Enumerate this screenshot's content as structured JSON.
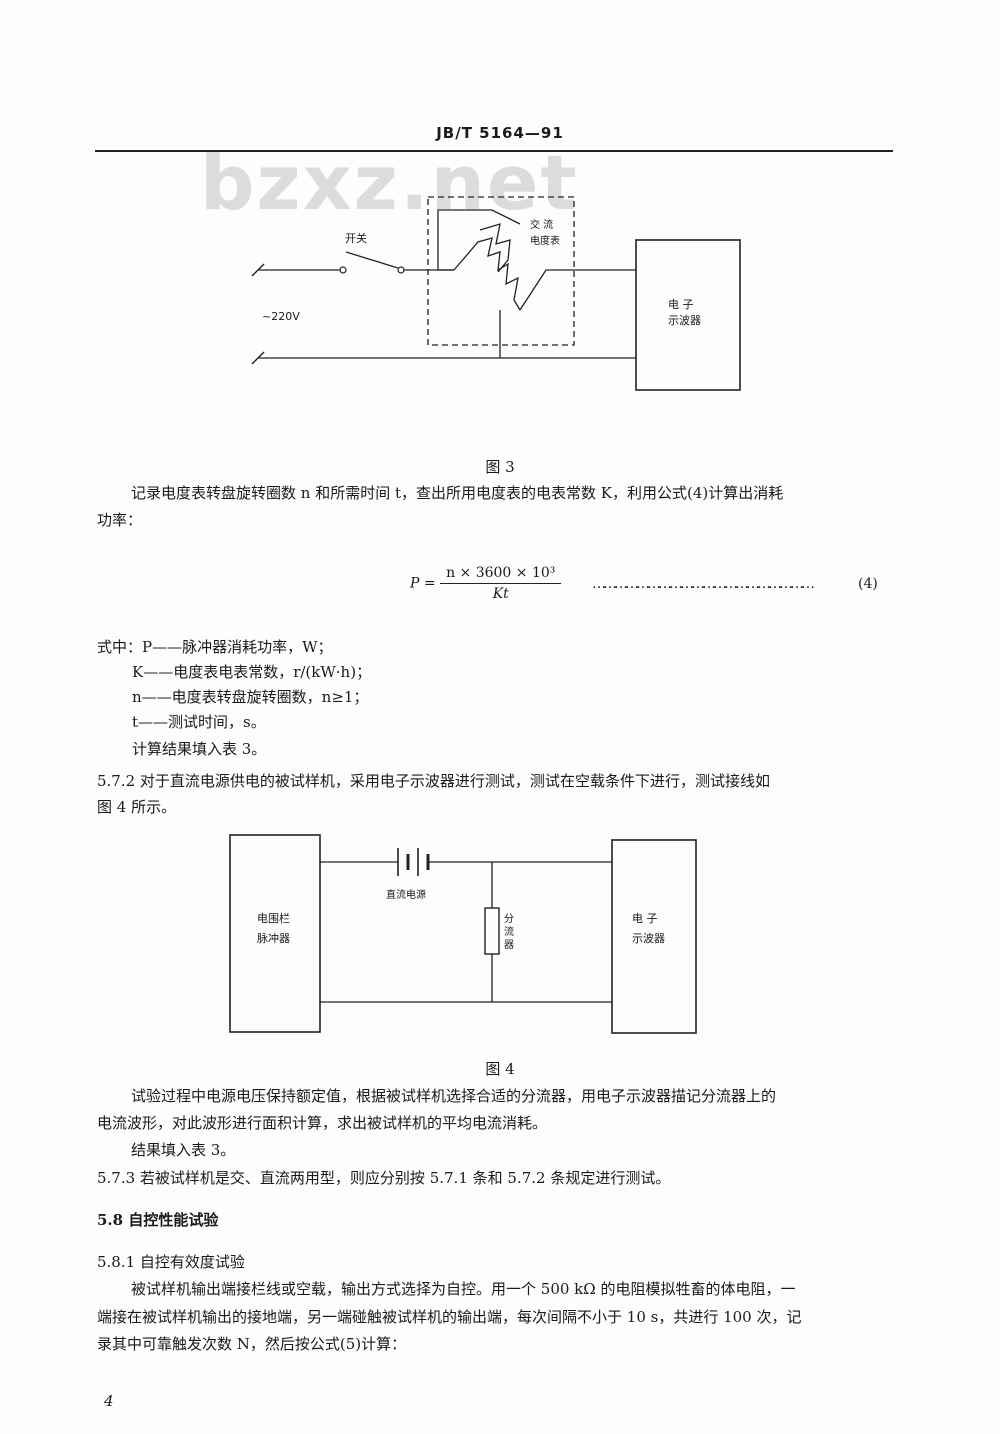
{
  "header": {
    "doc_id": "JB/T 5164—91"
  },
  "watermark": "bzxz.net",
  "figure3": {
    "switch_label": "开关",
    "source_label": "~220V",
    "meter_label_line1": "交  流",
    "meter_label_line2": "电度表",
    "scope_label_line1": "电    子",
    "scope_label_line2": "示波器",
    "caption": "图 3"
  },
  "para1": {
    "line1": "记录电度表转盘旋转圈数 n 和所需时间 t，查出所用电度表的电表常数 K，利用公式(4)计算出消耗",
    "line2": "功率："
  },
  "formula4": {
    "lhs": "P =",
    "numerator": "n × 3600 × 10³",
    "denominator": "Kt",
    "leader": "……………………………………………………",
    "number": "(4)"
  },
  "where": {
    "intro": "式中：P——脉冲器消耗功率，W；",
    "k": "K——电度表电表常数，r/(kW·h)；",
    "n": "n——电度表转盘旋转圈数，n≥1；",
    "t": "t——测试时间，s。",
    "result": "计算结果填入表 3。"
  },
  "s572": {
    "line1": "5.7.2  对于直流电源供电的被试样机，采用电子示波器进行测试，测试在空载条件下进行，测试接线如",
    "line2": "图 4 所示。"
  },
  "figure4": {
    "pulser_line1": "电围栏",
    "pulser_line2": "脉冲器",
    "dc_label": "直流电源",
    "shunt_1": "分",
    "shunt_2": "流",
    "shunt_3": "器",
    "scope_line1": "电    子",
    "scope_line2": "示波器",
    "caption": "图 4"
  },
  "para2": {
    "line1": "试验过程中电源电压保持额定值，根据被试样机选择合适的分流器，用电子示波器描记分流器上的",
    "line2": "电流波形，对此波形进行面积计算，求出被试样机的平均电流消耗。",
    "line3": "结果填入表 3。"
  },
  "s573": "5.7.3  若被试样机是交、直流两用型，则应分别按 5.7.1 条和 5.7.2 条规定进行测试。",
  "s58": "5.8  自控性能试验",
  "s581": "5.8.1  自控有效度试验",
  "para3": {
    "line1": "被试样机输出端接栏线或空载，输出方式选择为自控。用一个 500 kΩ 的电阻模拟牲畜的体电阻，一",
    "line2": "端接在被试样机输出的接地端，另一端碰触被试样机的输出端，每次间隔不小于 10 s，共进行 100 次，记",
    "line3": "录其中可靠触发次数 N，然后按公式(5)计算："
  },
  "page_number": "4"
}
